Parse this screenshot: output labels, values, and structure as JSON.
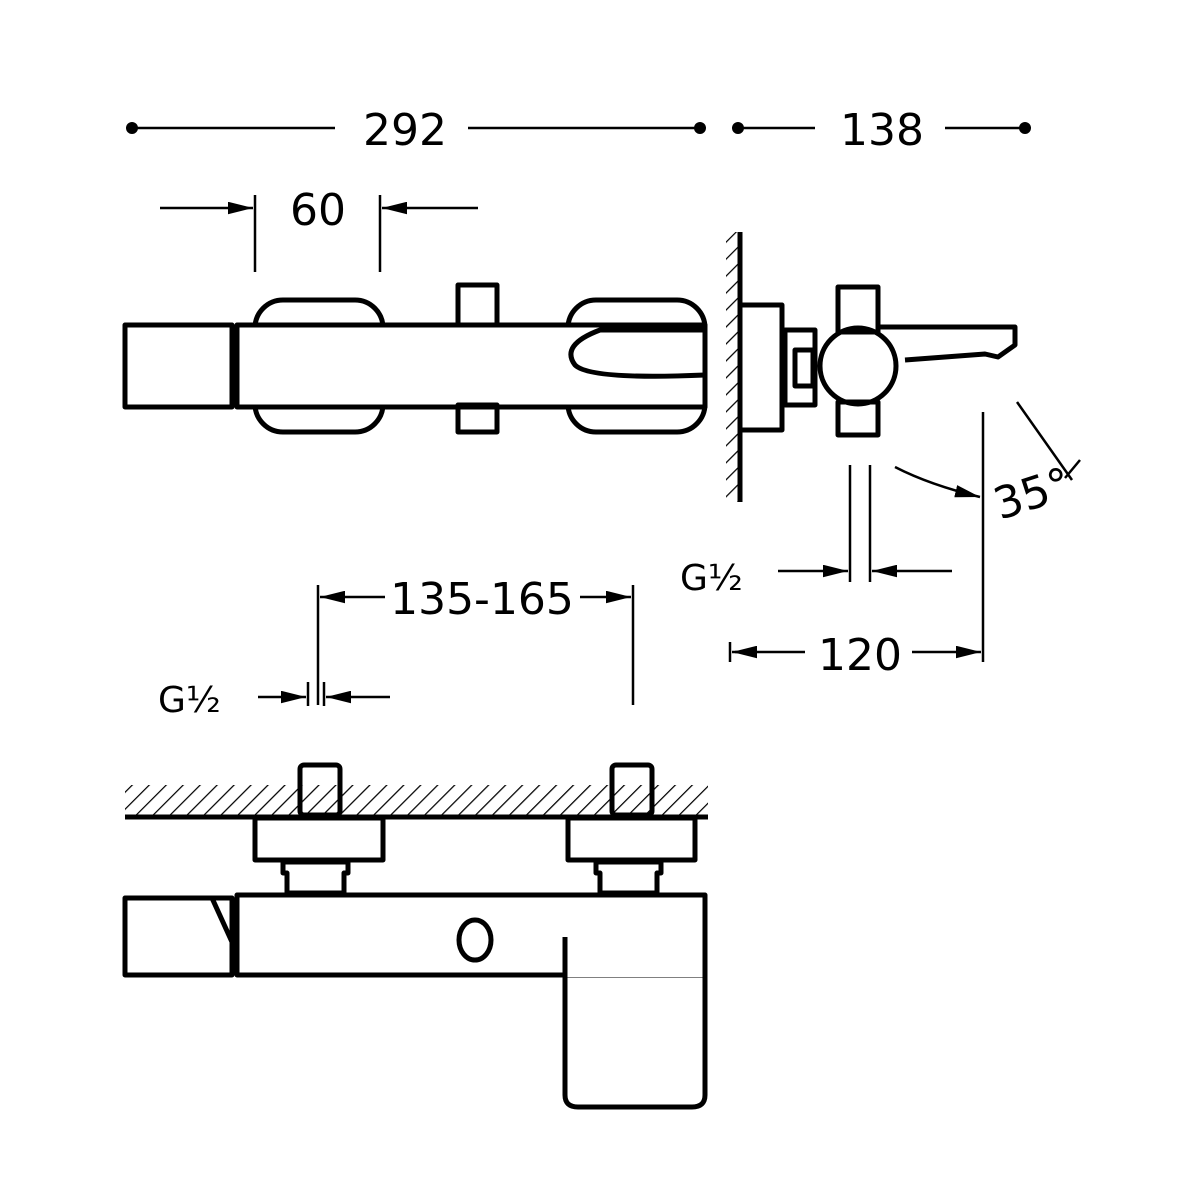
{
  "title": "Thermostatic bath mixer dimension drawing",
  "dimensions": {
    "overall_width": "292",
    "projection": "138",
    "handle_width": "60",
    "spout_projection": "120",
    "spout_angle": "35°",
    "centres_range": "135-165",
    "thread_side": "G½",
    "thread_bottom": "G½"
  },
  "colors": {
    "line": "#000000",
    "background": "#ffffff"
  }
}
